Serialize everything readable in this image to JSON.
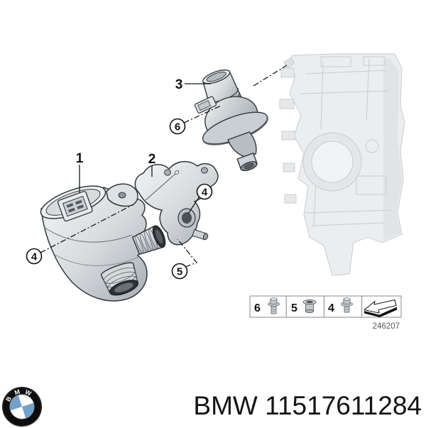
{
  "callouts": {
    "item1": "1",
    "item2": "2",
    "item3": "3",
    "item4_left": "4",
    "item4_right": "4",
    "item5": "5",
    "item6": "6"
  },
  "legend": {
    "cells": [
      {
        "label": "6",
        "icon": "flange-bolt-long-icon"
      },
      {
        "label": "5",
        "icon": "sleeve-bushing-icon"
      },
      {
        "label": "4",
        "icon": "flange-bolt-short-icon"
      },
      {
        "label": "",
        "icon": "direction-arrow-icon"
      }
    ],
    "diagram_number": "246207"
  },
  "footer": {
    "brand": "BMW",
    "part_number": "11517611284",
    "logo": {
      "letters": [
        "B",
        "M",
        "W"
      ],
      "ring_color": "#0d0d0d",
      "quadrant_blue": "#72a1cc",
      "quadrant_white": "#ffffff"
    }
  },
  "colors": {
    "background": "#ffffff",
    "part_outline": "#33383d",
    "part_fill_light": "#e9ebec",
    "part_fill_dark": "#a7aeb4",
    "engine_block_fill": "#ebedee",
    "engine_block_line": "#c8cdd1",
    "leader_line": "#1a1a1a",
    "legend_border": "#83888d",
    "diagram_number_color": "#55595d"
  }
}
